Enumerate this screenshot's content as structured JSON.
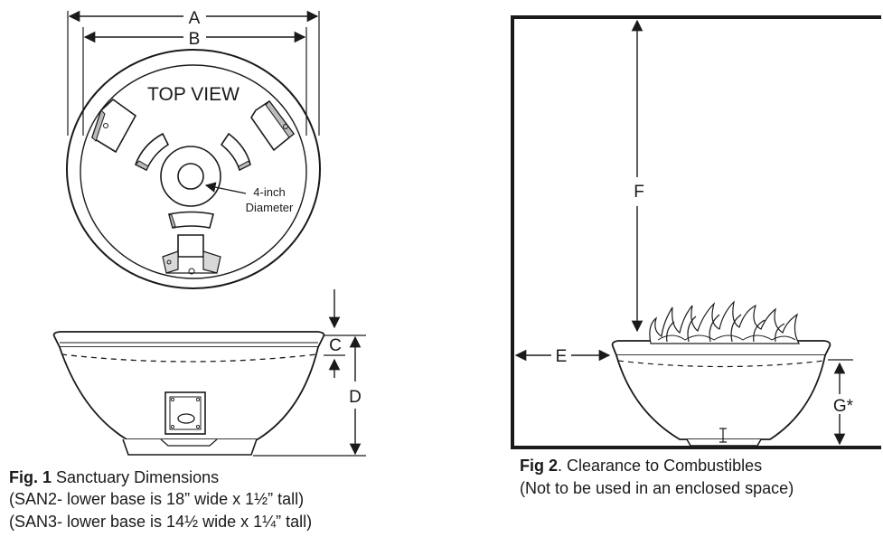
{
  "fig1": {
    "labels": {
      "a": "A",
      "b": "B",
      "c": "C",
      "d": "D",
      "top_view": "TOP VIEW",
      "hole_line1": "4-inch",
      "hole_line2": "Diameter"
    },
    "caption": {
      "prefix": "Fig. 1",
      "title": "Sanctuary Dimensions",
      "line2": "(SAN2- lower base is 18” wide x 1½” tall)",
      "line3": "(SAN3- lower base is 14½ wide x 1¼” tall)"
    }
  },
  "fig2": {
    "labels": {
      "e": "E",
      "f": "F",
      "g": "G*"
    },
    "caption": {
      "prefix": "Fig  2",
      "title": ". Clearance to Combustibles",
      "line2": "(Not to be used in an enclosed space)"
    }
  }
}
